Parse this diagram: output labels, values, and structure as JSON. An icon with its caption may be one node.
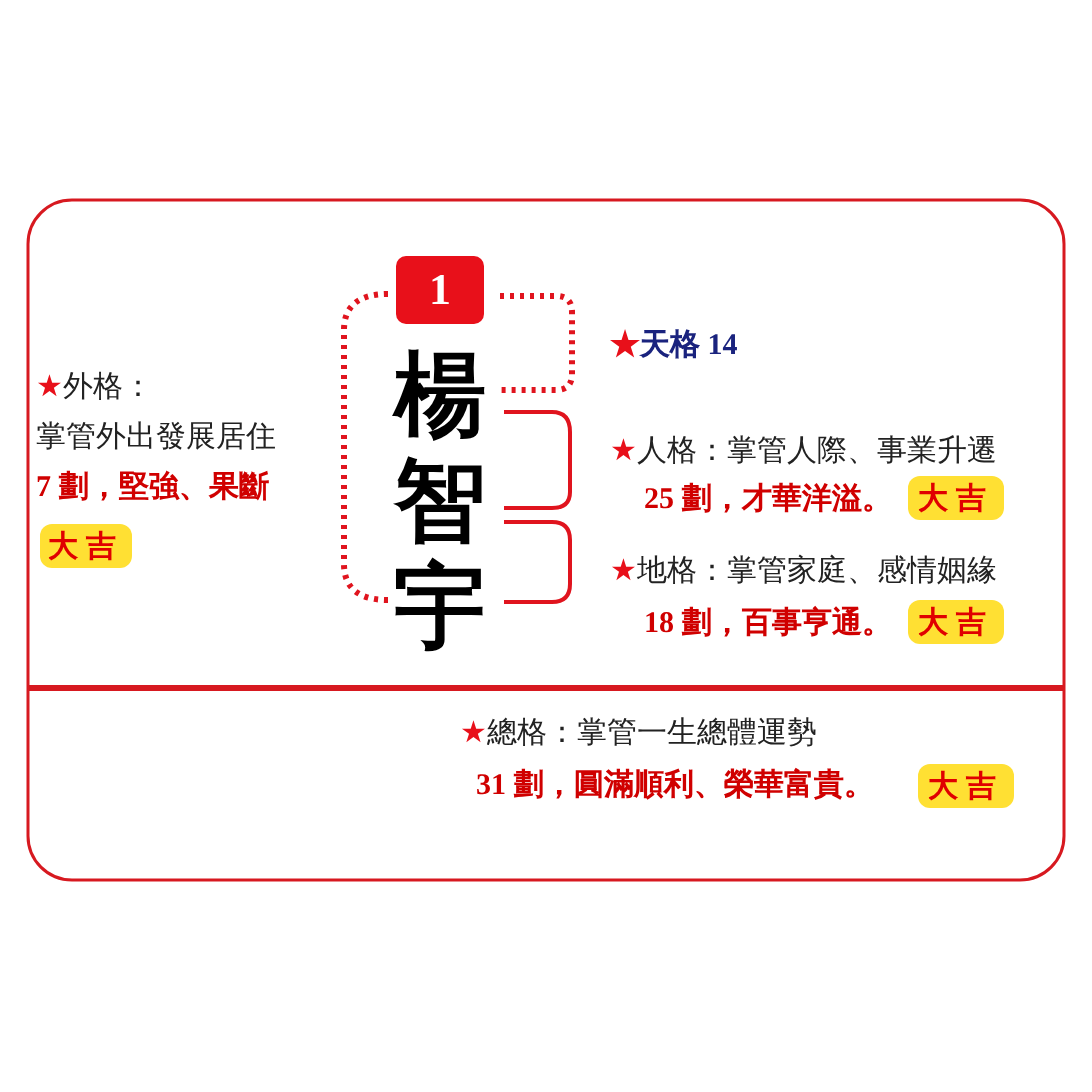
{
  "diagram": {
    "nodes": [
      {
        "text": [
          "1"
        ]
      },
      {
        "text": [
          "大吉"
        ]
      },
      {
        "text": [
          "大吉"
        ]
      },
      {
        "text": [
          "大吉"
        ]
      },
      {
        "text": [
          "大吉"
        ]
      }
    ],
    "labels": [
      "★外格：",
      "掌管外出發展居住",
      "7 劃，堅強、果斷",
      "楊",
      "智",
      "宇",
      "★天格 14",
      "★人格：掌管人際、事業升遷",
      "25 劃，才華洋溢。",
      "★地格：掌管家庭、感情姻緣",
      "18 劃，百事亨通。",
      "★總格：掌管一生總體運勢",
      "31 劃，圓滿順利、榮華富貴。"
    ]
  }
}
